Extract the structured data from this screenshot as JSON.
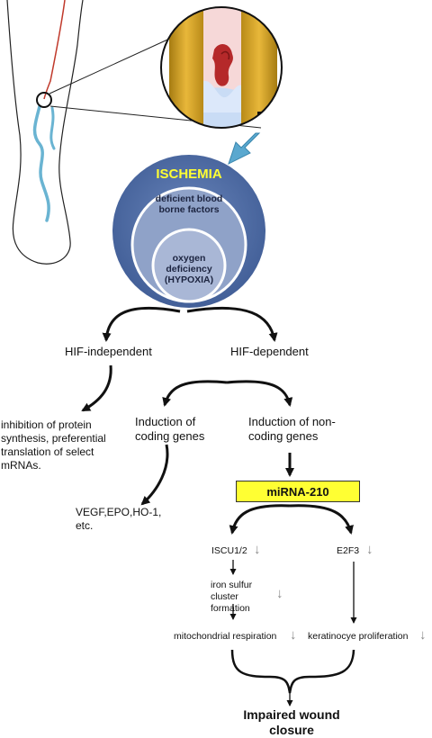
{
  "ischemia": {
    "title": "ISCHEMIA",
    "middle_ring": "deficient blood borne factors",
    "inner_ring": "oxygen deficiency (HYPOXIA)"
  },
  "branches": {
    "hif_independent": "HIF-independent",
    "hif_dependent": "HIF-dependent",
    "translation_effect": "inhibition of protein synthesis, preferential translation of select mRNAs.",
    "induction_coding": "Induction of coding genes",
    "induction_noncoding": "Induction of non-coding genes",
    "coding_products": "VEGF,EPO,HO-1, etc."
  },
  "mirna": {
    "label": "miRNA-210",
    "highlight_color": "#ffff33"
  },
  "targets": {
    "iscu": "ISCU1/2",
    "e2f3": "E2F3",
    "iron_sulfur": "iron sulfur cluster formation",
    "mito_resp": "mitochondrial respiration",
    "kerat": "keratinocye proliferation"
  },
  "outcome": "Impaired wound closure",
  "colors": {
    "outer_circle": "#4a68a0",
    "ischemia_text": "#ffff33",
    "pointer_arrow": "#5aa8cf",
    "vessel_wall": "#d9a320",
    "clot": "#c0302a",
    "down_arrow": "#8a8a8a"
  },
  "icons": {
    "decrease": "down-arrow-icon"
  }
}
